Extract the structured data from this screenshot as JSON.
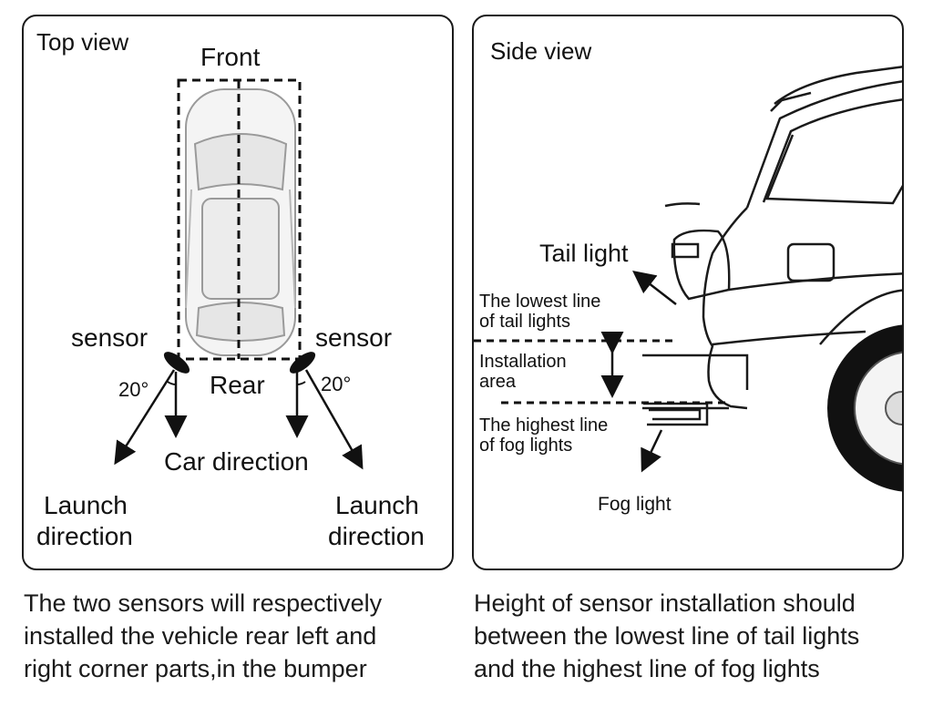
{
  "top_view": {
    "title": "Top view",
    "front_label": "Front",
    "rear_label": "Rear",
    "sensor_left_label": "sensor",
    "sensor_right_label": "sensor",
    "angle_left_label": "20°",
    "angle_right_label": "20°",
    "car_direction_label": "Car direction",
    "launch_left_line1": "Launch",
    "launch_left_line2": "direction",
    "launch_right_line1": "Launch",
    "launch_right_line2": "direction"
  },
  "side_view": {
    "title": "Side view",
    "tail_light_label": "Tail light",
    "lowest_line_1": "The lowest line",
    "lowest_line_2": "of tail lights",
    "install_area_1": "Installation",
    "install_area_2": "area",
    "highest_line_1": "The highest line",
    "highest_line_2": "of fog lights",
    "fog_light_label": "Fog light"
  },
  "captions": {
    "left": [
      "The two sensors will respectively",
      "installed the vehicle rear left and",
      "right corner parts,in the bumper"
    ],
    "right": [
      "Height of sensor installation should",
      "between the lowest line of tail lights",
      "and the highest line of fog lights"
    ]
  }
}
